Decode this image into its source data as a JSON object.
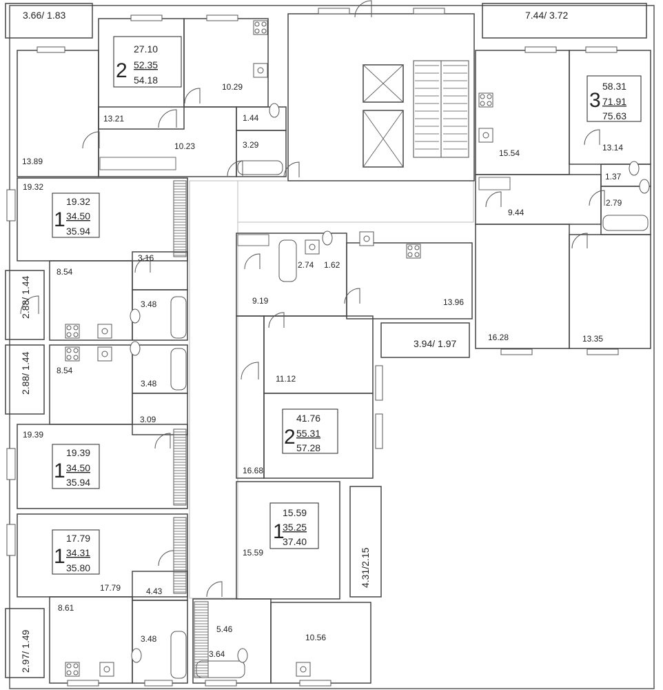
{
  "colors": {
    "green": "#c9f0a0",
    "lime": "#dcf5a8",
    "cyan": "#6fe8e6",
    "cyan_light": "#a3f4f2",
    "wall": "#444444",
    "balcony": "#ffffff"
  },
  "icons": [
    "stove-icon",
    "sink-icon",
    "bathtub-icon",
    "toilet-icon",
    "elevator-icon",
    "stairs-icon",
    "door-swing-icon",
    "radiator-icon",
    "window-icon"
  ],
  "balconies": [
    "3.66/ 1.83",
    "7.44/ 3.72",
    "2.88/ 1.44",
    "2.88/ 1.44",
    "2.97/ 1.49",
    "3.94/ 1.97",
    "4.31/2.15"
  ],
  "apartments": [
    {
      "id": "a1",
      "rooms": "2",
      "living": "27.10",
      "total": "52.35",
      "total_b": "54.18",
      "room_areas": [
        "13.89",
        "13.21",
        "10.29",
        "10.23",
        "1.44",
        "3.29"
      ]
    },
    {
      "id": "a2",
      "rooms": "3",
      "living": "58.31",
      "total": "71.91",
      "total_b": "75.63",
      "room_areas": [
        "15.54",
        "13.14",
        "1.37",
        "2.79",
        "9.44",
        "16.28",
        "13.35"
      ]
    },
    {
      "id": "a3",
      "rooms": "1",
      "living": "19.32",
      "total": "34.50",
      "total_b": "35.94",
      "room_areas": [
        "19.32",
        "8.54",
        "3.16",
        "3.48"
      ]
    },
    {
      "id": "a4",
      "rooms": "1",
      "living": "19.39",
      "total": "34.50",
      "total_b": "35.94",
      "room_areas": [
        "8.54",
        "3.48",
        "3.09",
        "19.39"
      ]
    },
    {
      "id": "a5",
      "rooms": "2",
      "living": "41.76",
      "total": "55.31",
      "total_b": "57.28",
      "room_areas": [
        "9.19",
        "2.74",
        "1.62",
        "13.96",
        "11.12",
        "16.68"
      ]
    },
    {
      "id": "a6",
      "rooms": "1",
      "living": "17.79",
      "total": "34.31",
      "total_b": "35.80",
      "room_areas": [
        "17.79",
        "4.43",
        "8.61",
        "3.48"
      ]
    },
    {
      "id": "a7",
      "rooms": "1",
      "living": "15.59",
      "total": "35.25",
      "total_b": "37.40",
      "room_areas": [
        "15.59",
        "5.46",
        "3.64",
        "10.56"
      ]
    }
  ]
}
